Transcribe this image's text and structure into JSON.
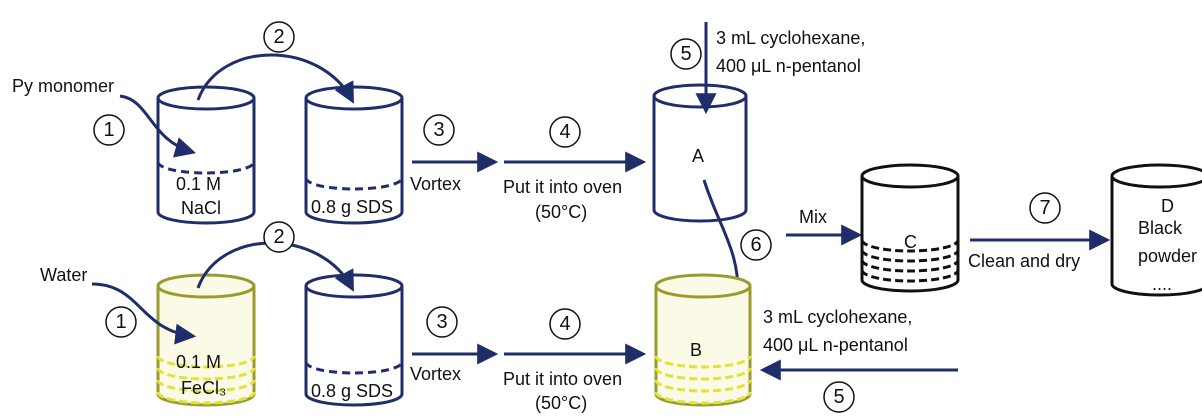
{
  "colors": {
    "blue": "#1f2d6b",
    "yellow_outline": "#9a9a2e",
    "yellow_fill": "#f3f3a0",
    "yellow_stripe": "#e2e23a",
    "black": "#111111"
  },
  "labels": {
    "py_monomer": "Py monomer",
    "water": "Water",
    "nacl_line1": "0.1 M",
    "nacl_line2": "NaCl",
    "fecl3_line1": "0.1 M",
    "fecl3_line2": "FeCl₃",
    "sds_top": "0.8 g SDS",
    "sds_bottom": "0.8 g SDS",
    "vortex_top": "Vortex",
    "vortex_bottom": "Vortex",
    "oven_top_1": "Put it into oven",
    "oven_top_2": "(50°C)",
    "oven_bottom_1": "Put it into oven",
    "oven_bottom_2": "(50°C)",
    "cyclo_top_1": "3 mL cyclohexane,",
    "cyclo_top_2": "400 μL n-pentanol",
    "cyclo_bottom_1": "3 mL cyclohexane,",
    "cyclo_bottom_2": "400 μL n-pentanol",
    "A": "A",
    "B": "B",
    "C": "C",
    "D": "D",
    "mix": "Mix",
    "clean_dry": "Clean and dry",
    "black": "Black",
    "powder": "powder",
    "ellipsis": "...."
  },
  "steps": {
    "s1_top": "1",
    "s2_top": "2",
    "s3_top": "3",
    "s4_top": "4",
    "s5_top": "5",
    "s1_bottom": "1",
    "s2_bottom": "2",
    "s3_bottom": "3",
    "s4_bottom": "4",
    "s5_bottom": "5",
    "s6": "6",
    "s7": "7"
  }
}
